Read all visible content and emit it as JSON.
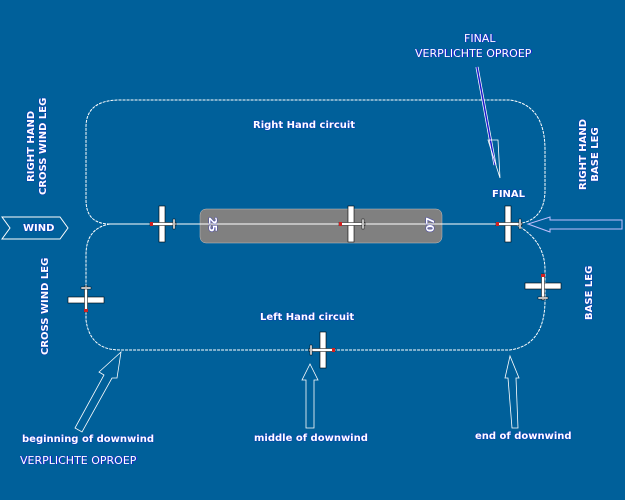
{
  "diagram": {
    "title_final": "FINAL",
    "title_call": "VERPLICHTE OPROEP",
    "right_hand_circuit": "Right Hand circuit",
    "left_hand_circuit": "Left Hand circuit",
    "rh_crosswind_1": "RIGHT HAND",
    "rh_crosswind_2": "CROSS WIND LEG",
    "crosswind": "CROSS WIND LEG",
    "rh_base_1": "RIGHT HAND",
    "rh_base_2": "BASE LEG",
    "base_leg": "BASE LEG",
    "final_label": "FINAL",
    "wind_label": "WIND",
    "runway_left": "25",
    "runway_right": "07",
    "beginning_downwind": "beginning of downwind",
    "beginning_call": "VERPLICHTE OPROEP",
    "middle_downwind": "middle of downwind",
    "end_downwind": "end of downwind"
  },
  "colors": {
    "background": "#00609a",
    "runway": "#808080",
    "line": "#ffffff",
    "arrow_dark": "#1a1acc"
  }
}
